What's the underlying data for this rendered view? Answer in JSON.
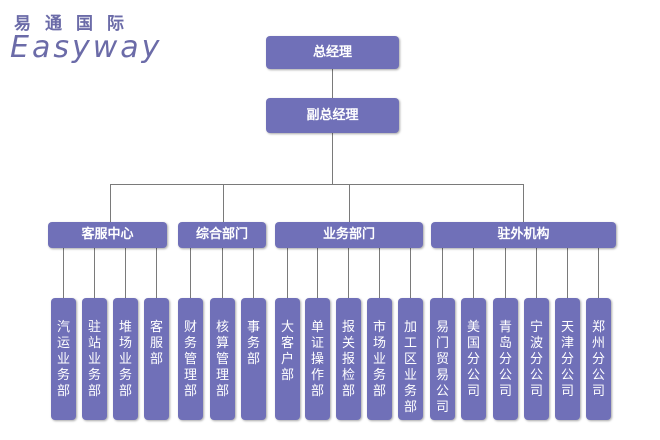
{
  "logo": {
    "cn": "易通国际",
    "en": "Easyway"
  },
  "root": "总经理",
  "deputy": "副总经理",
  "departments": [
    {
      "name": "客服中心",
      "children": [
        "汽运业务部",
        "驻站业务部",
        "堆场业务部",
        "客服部"
      ]
    },
    {
      "name": "综合部门",
      "children": [
        "财务管理部",
        "核算管理部",
        "事务部"
      ]
    },
    {
      "name": "业务部门",
      "children": [
        "大客户部",
        "单证操作部",
        "报关报检部",
        "市场业务部",
        "加工区业务部"
      ]
    },
    {
      "name": "驻外机构",
      "children": [
        "易门贸易公司",
        "美国分公司",
        "青岛分公司",
        "宁波分公司",
        "天津分公司",
        "郑州分公司"
      ]
    }
  ]
}
